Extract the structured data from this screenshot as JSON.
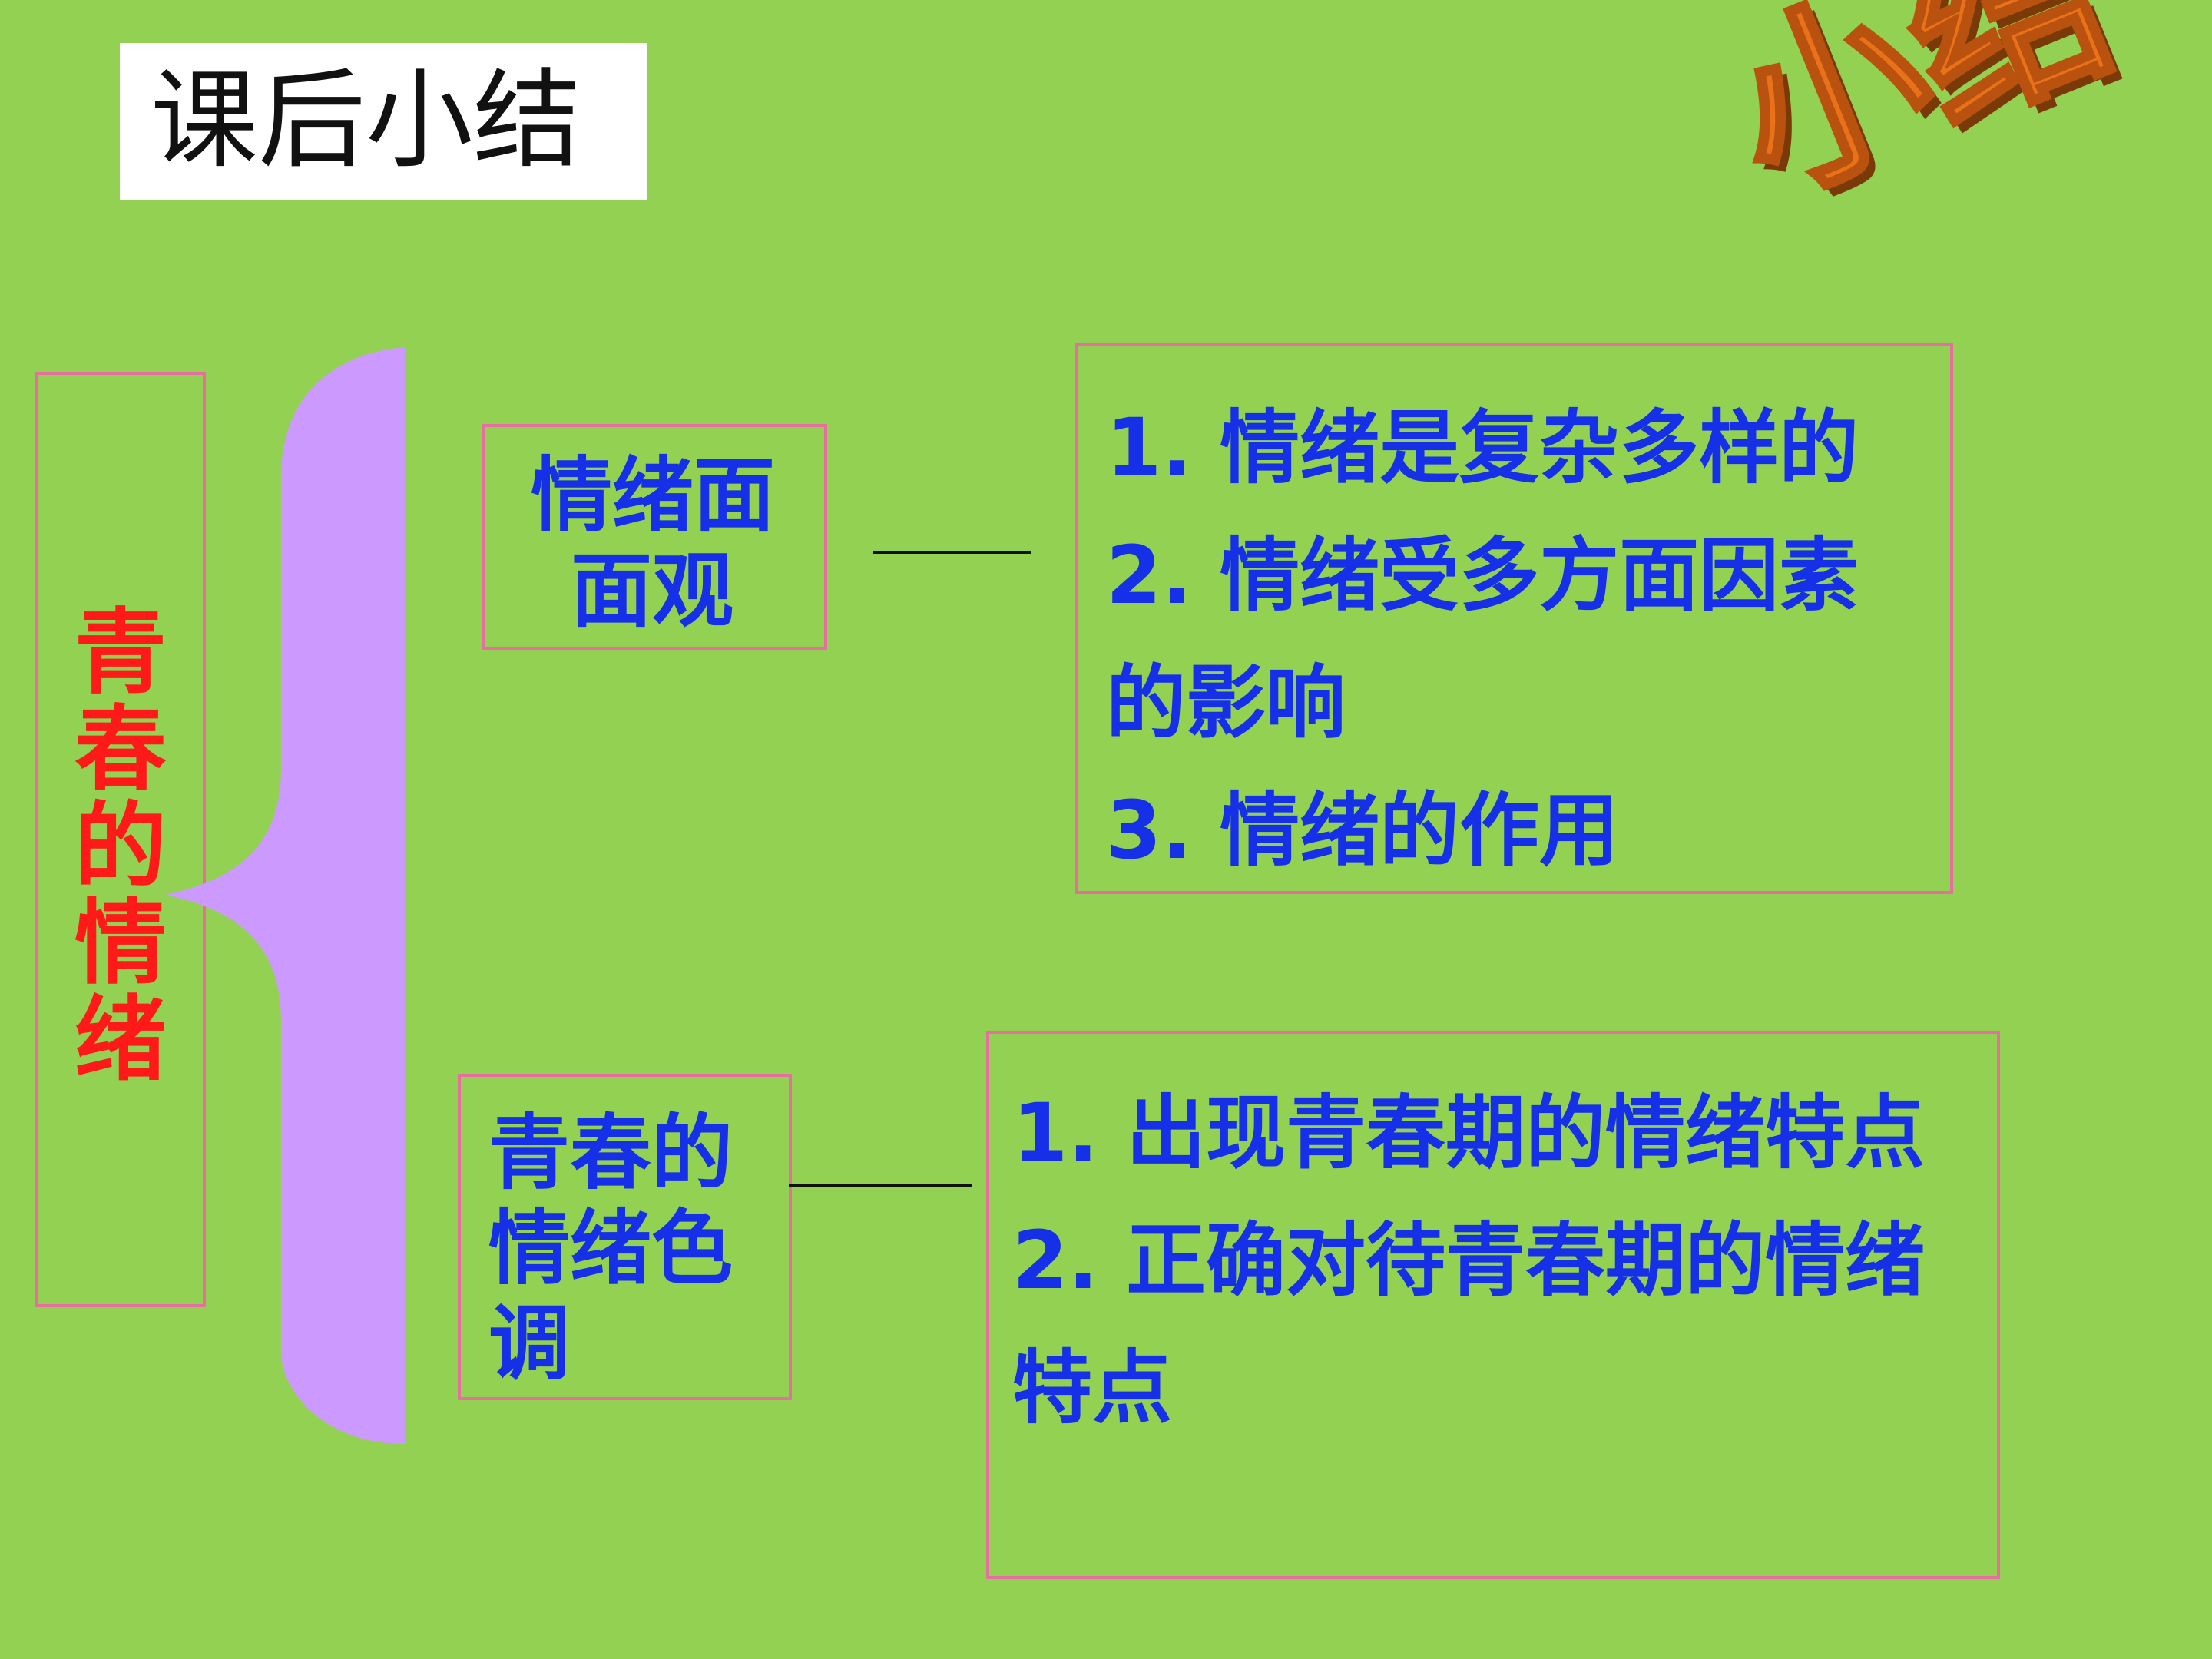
{
  "slide_title": "课后小结",
  "corner_logo": "小结",
  "root": {
    "chars": [
      "青",
      "春",
      "的",
      "情",
      "绪"
    ]
  },
  "branches": [
    {
      "label_lines": [
        "情绪面",
        "面观"
      ],
      "items": [
        "1. 情绪是复杂多样的",
        "2. 情绪受多方面因素",
        "的影响",
        "3. 情绪的作用"
      ]
    },
    {
      "label_lines": [
        "青春的",
        "情绪色",
        "调"
      ],
      "items": [
        "1. 出现青春期的情绪特点",
        "2. 正确对待青春期的情绪",
        "特点"
      ]
    }
  ],
  "colors": {
    "background": "#93d152",
    "box_border": "#e76f9f",
    "root_text": "#ff1a1a",
    "branch_text": "#1530e6",
    "brace_fill": "#cc99ff",
    "logo": "#e8711a"
  }
}
